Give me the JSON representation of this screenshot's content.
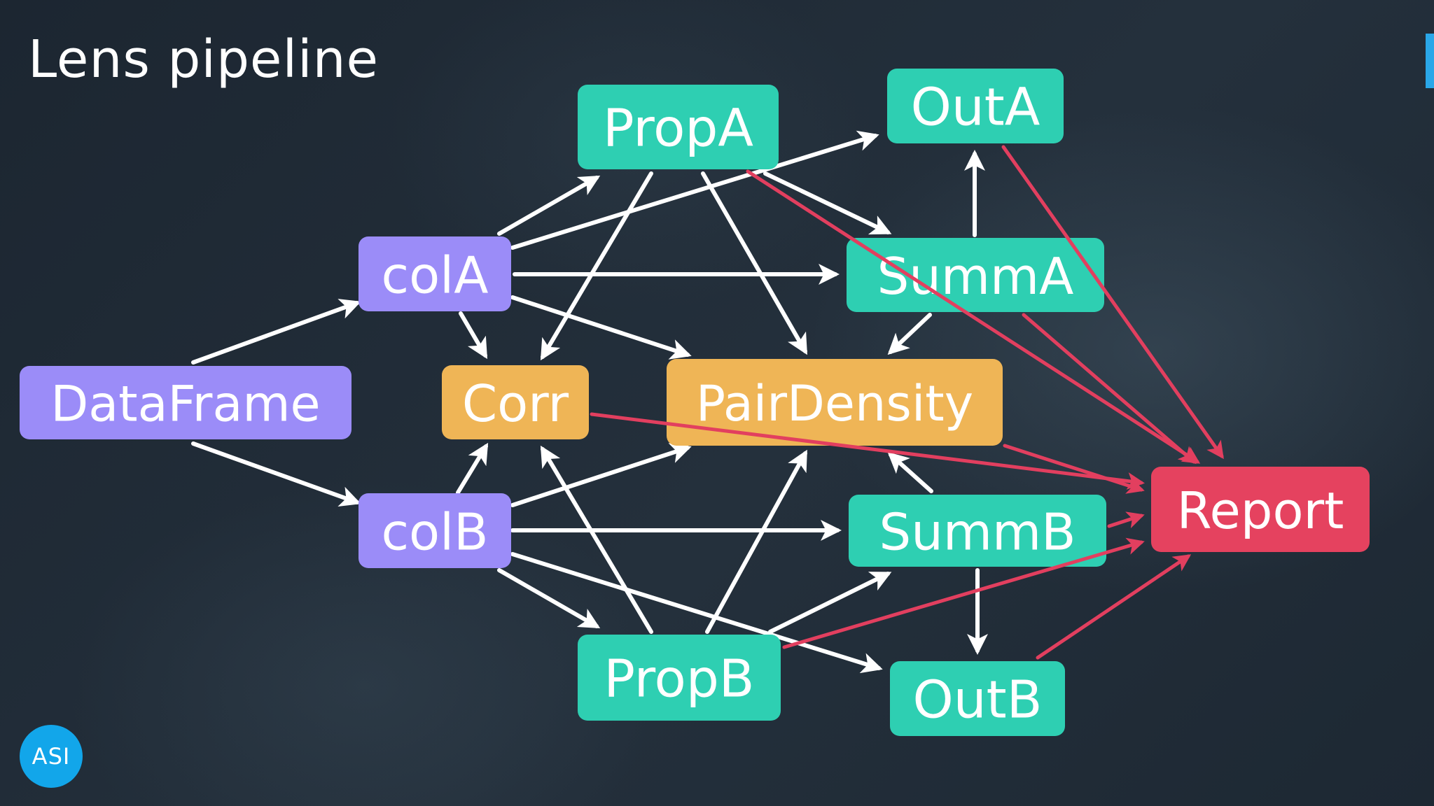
{
  "title": "Lens pipeline",
  "logo": {
    "text": "ASI"
  },
  "colors": {
    "purple": "#9b8cf8",
    "orange": "#efb556",
    "teal": "#2ecfb2",
    "red": "#e5425f",
    "white_edge": "#ffffff",
    "red_edge": "#e23f5f"
  },
  "nodes": [
    {
      "id": "DataFrame",
      "label": "DataFrame",
      "color": "purple"
    },
    {
      "id": "colA",
      "label": "colA",
      "color": "purple"
    },
    {
      "id": "colB",
      "label": "colB",
      "color": "purple"
    },
    {
      "id": "Corr",
      "label": "Corr",
      "color": "orange"
    },
    {
      "id": "PairDensity",
      "label": "PairDensity",
      "color": "orange"
    },
    {
      "id": "PropA",
      "label": "PropA",
      "color": "teal"
    },
    {
      "id": "PropB",
      "label": "PropB",
      "color": "teal"
    },
    {
      "id": "SummA",
      "label": "SummA",
      "color": "teal"
    },
    {
      "id": "SummB",
      "label": "SummB",
      "color": "teal"
    },
    {
      "id": "OutA",
      "label": "OutA",
      "color": "teal"
    },
    {
      "id": "OutB",
      "label": "OutB",
      "color": "teal"
    },
    {
      "id": "Report",
      "label": "Report",
      "color": "red"
    }
  ],
  "edges": [
    {
      "from": "DataFrame",
      "to": "colA",
      "style": "white"
    },
    {
      "from": "DataFrame",
      "to": "colB",
      "style": "white"
    },
    {
      "from": "colA",
      "to": "PropA",
      "style": "white"
    },
    {
      "from": "colA",
      "to": "OutA",
      "style": "white"
    },
    {
      "from": "colA",
      "to": "SummA",
      "style": "white"
    },
    {
      "from": "colA",
      "to": "Corr",
      "style": "white"
    },
    {
      "from": "colA",
      "to": "PairDensity",
      "style": "white"
    },
    {
      "from": "colB",
      "to": "Corr",
      "style": "white"
    },
    {
      "from": "colB",
      "to": "PairDensity",
      "style": "white"
    },
    {
      "from": "colB",
      "to": "SummB",
      "style": "white"
    },
    {
      "from": "colB",
      "to": "PropB",
      "style": "white"
    },
    {
      "from": "colB",
      "to": "OutB",
      "style": "white"
    },
    {
      "from": "PropA",
      "to": "Corr",
      "style": "white"
    },
    {
      "from": "PropA",
      "to": "PairDensity",
      "style": "white"
    },
    {
      "from": "PropA",
      "to": "SummA",
      "style": "white"
    },
    {
      "from": "PropB",
      "to": "Corr",
      "style": "white"
    },
    {
      "from": "PropB",
      "to": "PairDensity",
      "style": "white"
    },
    {
      "from": "PropB",
      "to": "SummB",
      "style": "white"
    },
    {
      "from": "SummA",
      "to": "OutA",
      "style": "white"
    },
    {
      "from": "SummA",
      "to": "PairDensity",
      "style": "white"
    },
    {
      "from": "SummB",
      "to": "PairDensity",
      "style": "white"
    },
    {
      "from": "SummB",
      "to": "OutB",
      "style": "white"
    },
    {
      "from": "PropA",
      "to": "Report",
      "style": "red"
    },
    {
      "from": "OutA",
      "to": "Report",
      "style": "red"
    },
    {
      "from": "SummA",
      "to": "Report",
      "style": "red"
    },
    {
      "from": "Corr",
      "to": "Report",
      "style": "red"
    },
    {
      "from": "PairDensity",
      "to": "Report",
      "style": "red"
    },
    {
      "from": "SummB",
      "to": "Report",
      "style": "red"
    },
    {
      "from": "PropB",
      "to": "Report",
      "style": "red"
    },
    {
      "from": "OutB",
      "to": "Report",
      "style": "red"
    }
  ]
}
